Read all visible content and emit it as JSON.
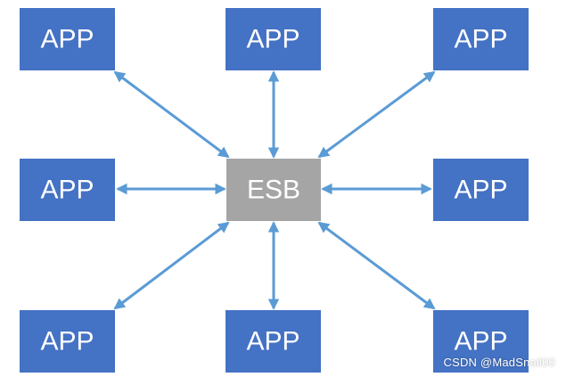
{
  "colors": {
    "app_box": "#4472c4",
    "esb_box": "#a5a5a5",
    "arrow": "#5b9bd5",
    "label": "#ffffff"
  },
  "hub": {
    "label": "ESB"
  },
  "apps": [
    {
      "label": "APP"
    },
    {
      "label": "APP"
    },
    {
      "label": "APP"
    },
    {
      "label": "APP"
    },
    {
      "label": "APP"
    },
    {
      "label": "APP"
    },
    {
      "label": "APP"
    },
    {
      "label": "APP"
    }
  ],
  "watermark": "CSDN @MadSnail00"
}
